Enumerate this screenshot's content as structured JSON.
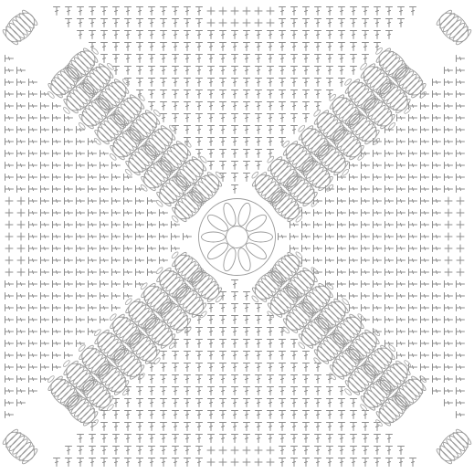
{
  "pattern": {
    "kind": "crochet-granny-square-chart",
    "motif": "diagonal-cross-of-puff-shells",
    "legend_visible": false,
    "title_visible": false,
    "colors": {
      "background": "#ffffff",
      "stitch_stroke": "#8c8c8c",
      "shell_stroke": "#9a9a9a",
      "chain_stroke": "#a6a6a6"
    },
    "symbols": {
      "double_crochet": "T-with-crossbar",
      "single_crochet": "plus",
      "half_stitch": "T",
      "puff_shell": "oval-fan",
      "chain": "small-oval"
    }
  }
}
